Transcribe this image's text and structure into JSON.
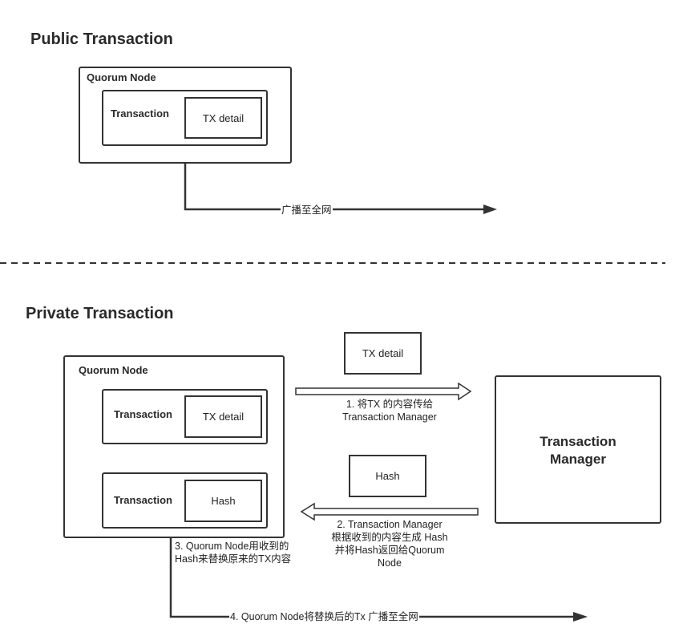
{
  "public": {
    "title": "Public Transaction",
    "node_title": "Quorum Node",
    "transaction_label": "Transaction",
    "detail_label": "TX detail",
    "broadcast_label": "广播至全网"
  },
  "private": {
    "title": "Private Transaction",
    "node_title": "Quorum Node",
    "transaction1_label": "Transaction",
    "detail1_label": "TX detail",
    "transaction2_label": "Transaction",
    "detail2_label": "Hash",
    "floating_detail": "TX detail",
    "floating_hash": "Hash",
    "manager_line1": "Transaction",
    "manager_line2": "Manager",
    "step1": [
      "1. 将TX 的内容传给",
      "Transaction Manager"
    ],
    "step2": [
      "2. Transaction Manager",
      "根据收到的内容生成 Hash",
      "并将Hash返回给Quorum",
      "Node"
    ],
    "step3": [
      "3. Quorum Node用收到的",
      "Hash来替换原来的TX内容"
    ],
    "step4": "4. Quorum Node将替换后的Tx 广播至全网"
  }
}
